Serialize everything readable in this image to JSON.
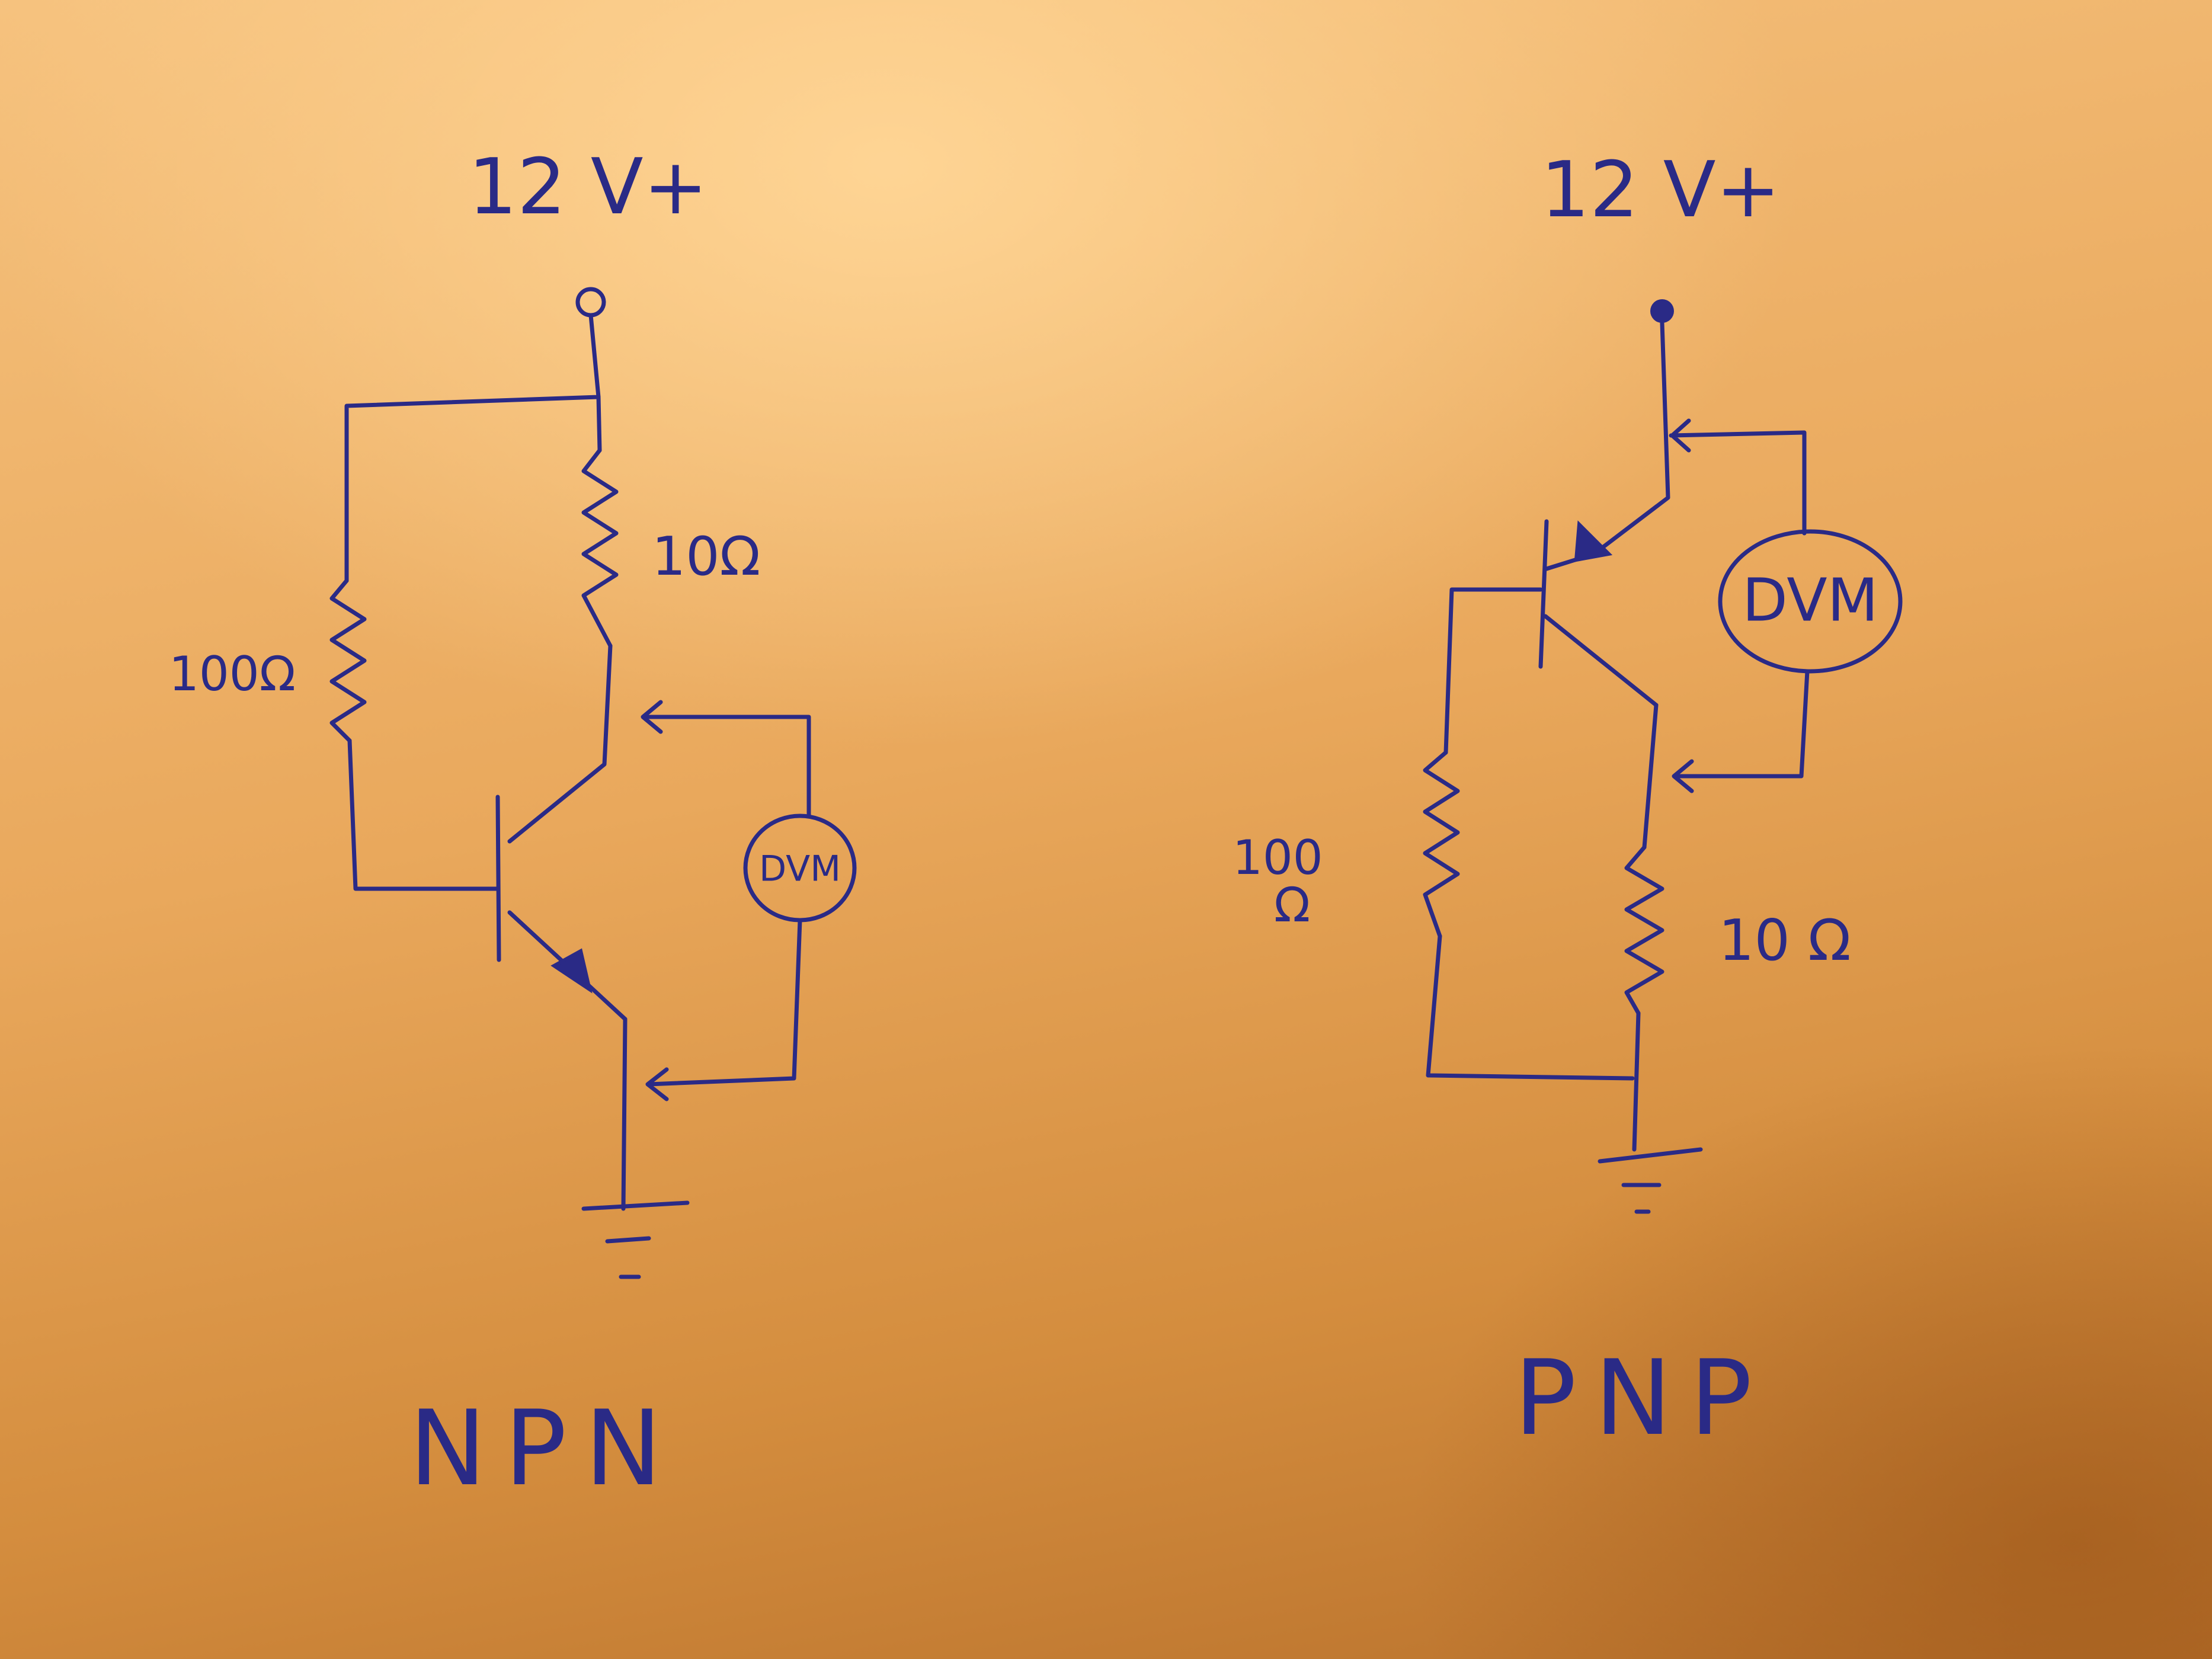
{
  "colors": {
    "ink": "#2a2a86",
    "paper": "#eaa95e"
  },
  "npn": {
    "supply_label": "12 V+",
    "collector_resistor_label": "10Ω",
    "base_resistor_label": "100Ω",
    "meter_label": "DVM",
    "caption": "NPN"
  },
  "pnp": {
    "supply_label": "12 V+",
    "collector_resistor_label": "10 Ω",
    "base_resistor_label_value": "100",
    "base_resistor_label_unit": "Ω",
    "meter_label": "DVM",
    "caption": "PNP"
  }
}
